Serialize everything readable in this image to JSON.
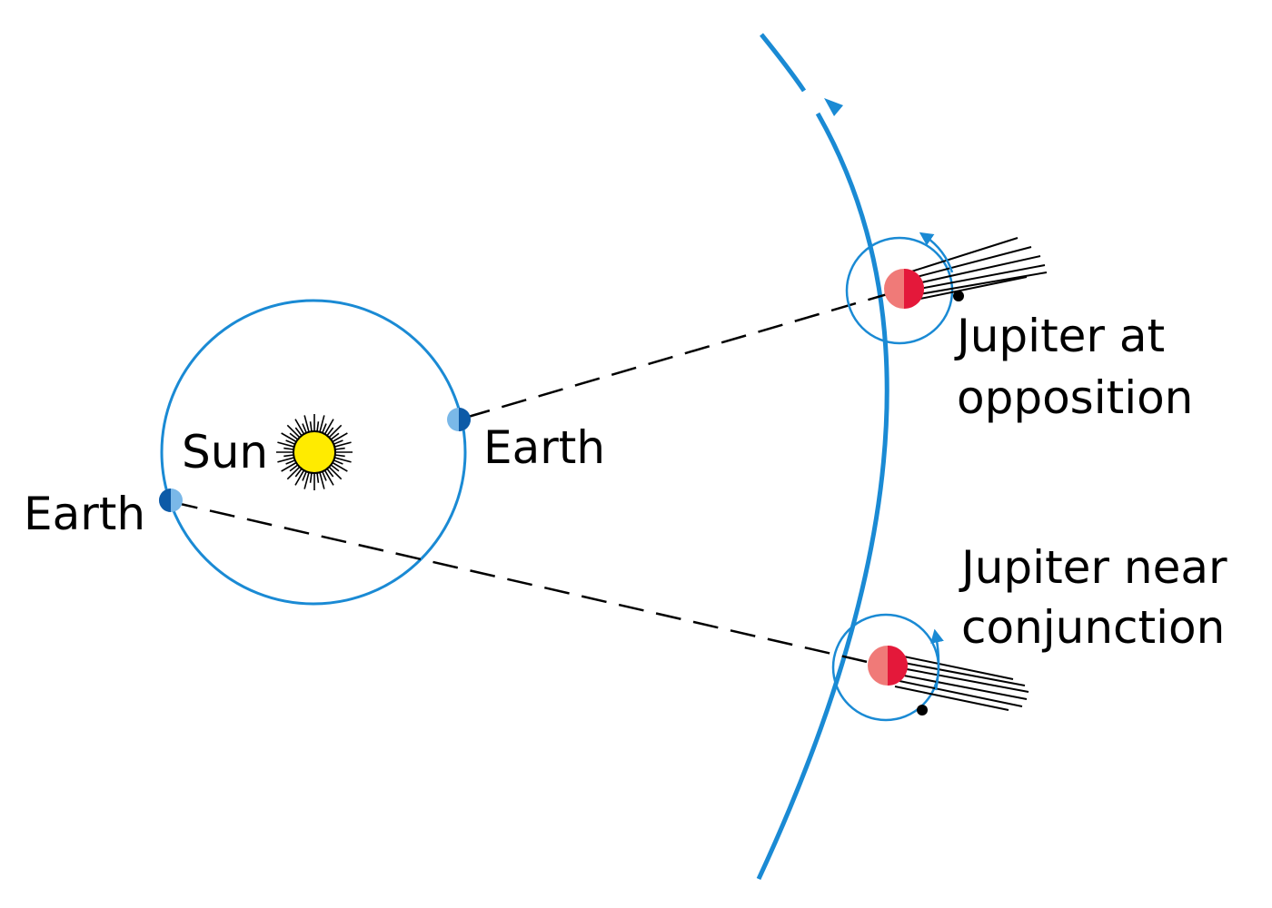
{
  "labels": {
    "sun": "Sun",
    "earth_inner": "Earth",
    "earth_outer": "Earth",
    "jupiter_opposition_line1": "Jupiter at",
    "jupiter_opposition_line2": "opposition",
    "jupiter_conjunction_line1": "Jupiter near",
    "jupiter_conjunction_line2": "conjunction"
  },
  "colors": {
    "orbit_blue": "#1a8ad4",
    "earth_light": "#7ab8e8",
    "earth_dark": "#0d5aa7",
    "jupiter_light": "#f07a78",
    "jupiter_dark": "#e4183a",
    "sun_fill": "#ffeb00",
    "line_black": "#000000"
  }
}
